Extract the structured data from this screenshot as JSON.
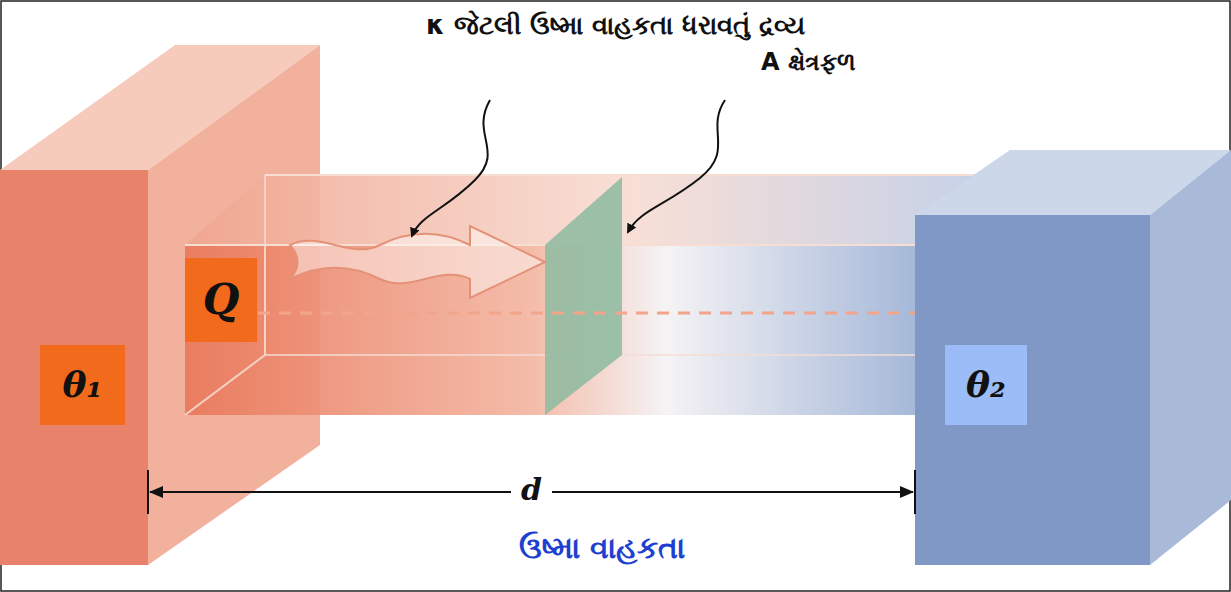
{
  "diagram": {
    "caption": "ઉષ્મા વાહકતા",
    "nodes": [
      {
        "text": [
          "θ₁"
        ]
      },
      {
        "text": [
          "Q"
        ]
      },
      {
        "text": [
          "θ₂"
        ]
      }
    ],
    "labels": [
      "κ જેટલી ઉષ્મા વાહકતા ધરાવતું દ્રવ્ય",
      "A ક્ષેત્રફળ",
      "d"
    ]
  }
}
